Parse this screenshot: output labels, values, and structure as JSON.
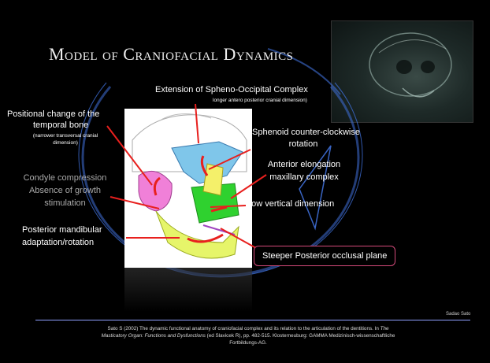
{
  "slide": {
    "title": "Model of Craniofacial Dynamics",
    "labels": {
      "spheno_title": "Extension of Spheno-Occipital Complex",
      "spheno_sub": "longer antero posterior cranial dimension)",
      "temporal_title_1": "Positional change of the",
      "temporal_title_2": "temporal bone",
      "temporal_sub_1": "(narrower transversal cranial",
      "temporal_sub_2": "dimension)",
      "sphenoid_1": "Sphenoid counter-clockwise",
      "sphenoid_2": "rotation",
      "anterior_1": "Anterior elongation",
      "anterior_2": "maxillary complex",
      "low_vertical": "Low vertical dimension",
      "condyle_1": "Condyle compression",
      "condyle_2": "Absence of growth",
      "condyle_3": "stimulation",
      "posterior_1": "Posterior mandibular",
      "posterior_2": "adaptation/rotation",
      "occlusal": "Steeper Posterior occlusal plane"
    },
    "author": "Sadao Sato",
    "reference": {
      "line1_a": "Sato S (2002) The dynamic functional anatomy of craniofacial complex and its relation to the articulation of the dentitions. In ",
      "line1_b": "The",
      "line2_a": "Masticatory Organ: Functions and Dysfunctions",
      "line2_b": " (ed Slavicek R), pp. 482-515. Klosterneuburg: GAMMA Medizinisch-wissenschaftliche",
      "line3": "Fortbildungs-AG."
    },
    "colors": {
      "arrow_red": "#e8201e",
      "circle_blue": "#3f6fd8",
      "occlusal_border": "#d44a7a",
      "temporal": "#f080d8",
      "sphenoid": "#7fc6ea",
      "maxilla": "#2fd12f",
      "mandible": "#e6f56a"
    }
  }
}
